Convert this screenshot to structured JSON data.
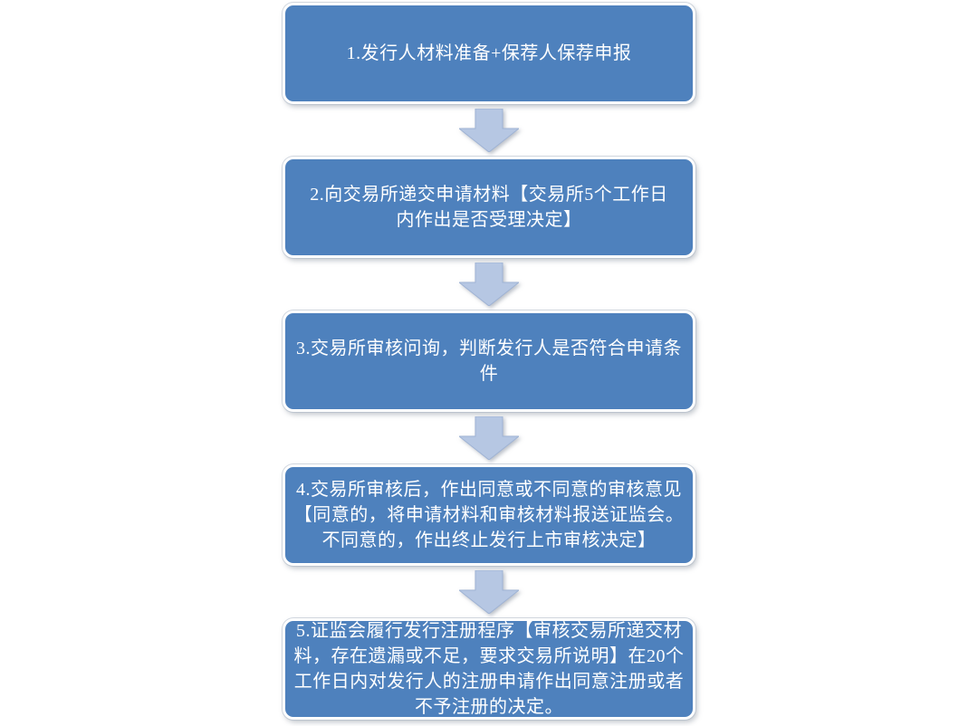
{
  "diagram": {
    "type": "flowchart",
    "direction": "top-down",
    "colors": {
      "background": "#ffffff",
      "box_fill": "#4e81bd",
      "box_border": "#ffffff",
      "box_text": "#ffffff",
      "arrow_fill": "#b6c7e3",
      "arrow_border": "#9fb3d4"
    },
    "steps": [
      {
        "id": "1",
        "lines": [
          "1.发行人材料准备+保荐人保荐申报"
        ]
      },
      {
        "id": "2",
        "lines": [
          "2.向交易所递交申请材料【交易所5个工作日",
          "内作出是否受理决定】"
        ]
      },
      {
        "id": "3",
        "lines": [
          "3.交易所审核问询，判断发行人是否符合申请条",
          "件"
        ]
      },
      {
        "id": "4",
        "lines": [
          "4.交易所审核后，作出同意或不同意的审核意见",
          "【同意的，将申请材料和审核材料报送证监会。",
          "不同意的，作出终止发行上市审核决定】"
        ]
      },
      {
        "id": "5",
        "lines": [
          "5.证监会履行发行注册程序【审核交易所递交材",
          "料，存在遗漏或不足，要求交易所说明】在20个",
          "工作日内对发行人的注册申请作出同意注册或者",
          "不予注册的决定。"
        ]
      }
    ]
  }
}
